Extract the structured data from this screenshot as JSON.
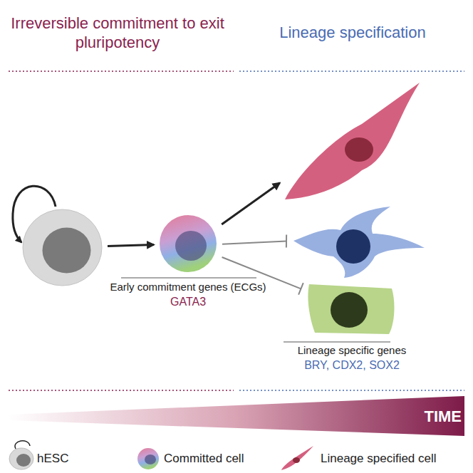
{
  "diagram": {
    "nodes": [
      {
        "text": []
      },
      {
        "text": [
          "Early commitment genes (ECGs)",
          "GATA3"
        ]
      },
      {
        "text": []
      },
      {
        "text": []
      },
      {
        "text": [
          "Lineage specific genes",
          "BRY, CDX2, SOX2"
        ]
      }
    ],
    "edges": [
      {
        "from": 0,
        "to": 1,
        "arrow": "to"
      },
      {
        "from": 1,
        "to": 2,
        "arrow": "to"
      },
      {
        "from": 1,
        "to": 3,
        "arrow": "none"
      },
      {
        "from": 1,
        "to": 4,
        "arrow": "none"
      }
    ],
    "labels": [
      "Irreversible commitment to exit pluripotency",
      "Lineage specification",
      "TIME"
    ],
    "legend": [
      {
        "text": "hESC"
      },
      {
        "text": "Committed cell"
      },
      {
        "text": "Lineage specified cell"
      }
    ]
  }
}
